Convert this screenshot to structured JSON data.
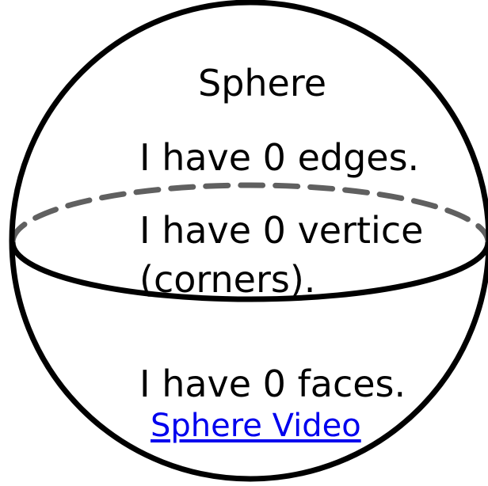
{
  "shape": {
    "name": "Sphere",
    "outline_color": "#000000",
    "hidden_edge_color": "#606060"
  },
  "facts": {
    "edges": "I have 0 edges.",
    "vertices_line1": "I have 0 vertice",
    "vertices_line2": "(corners).",
    "faces": "I have 0 faces."
  },
  "link": {
    "label": "Sphere Video",
    "color": "#0000ee"
  }
}
